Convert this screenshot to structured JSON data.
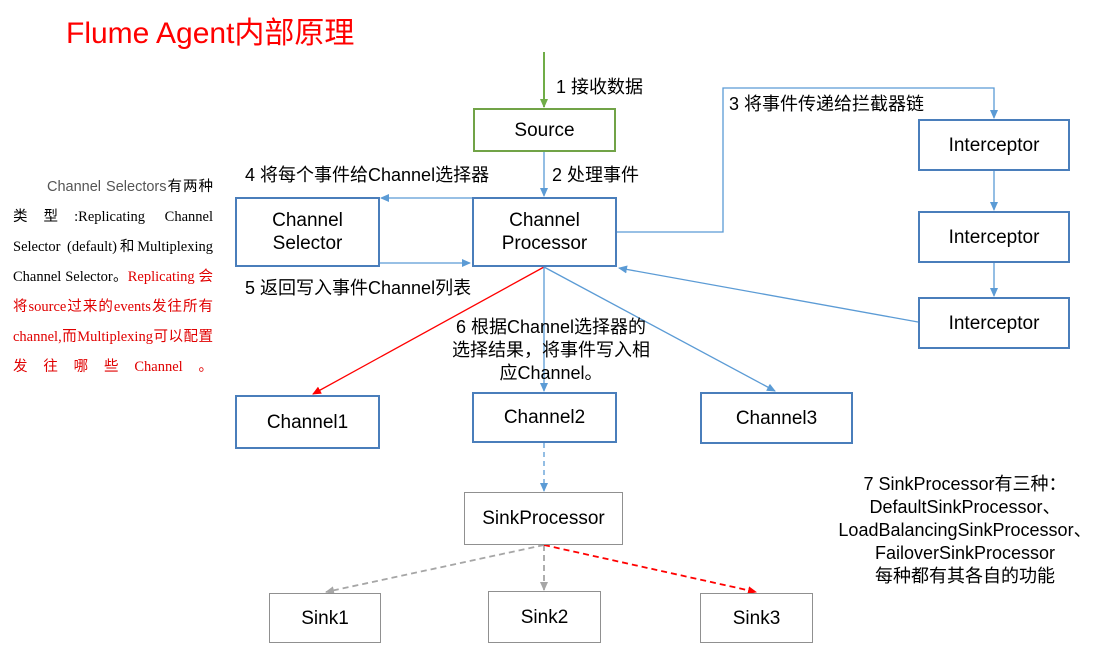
{
  "title": "Flume Agent内部原理",
  "nodes": {
    "source": "Source",
    "channel_selector": "Channel\nSelector",
    "channel_processor": "Channel\nProcessor",
    "interceptor1": "Interceptor",
    "interceptor2": "Interceptor",
    "interceptor3": "Interceptor",
    "channel1": "Channel1",
    "channel2": "Channel2",
    "channel3": "Channel3",
    "sink_processor": "SinkProcessor",
    "sink1": "Sink1",
    "sink2": "Sink2",
    "sink3": "Sink3"
  },
  "steps": {
    "s1": "1 接收数据",
    "s2": "2 处理事件",
    "s3": "3 将事件传递给拦截器链",
    "s4": "4 将每个事件给Channel选择器",
    "s5": "5 返回写入事件Channel列表",
    "s6": "6 根据Channel选择器的选择结果，将事件写入相应Channel。",
    "s7_line1": "7 SinkProcessor有三种：",
    "s7_line2": "DefaultSinkProcessor、",
    "s7_line3": "LoadBalancingSinkProcessor、",
    "s7_line4": "FailoverSinkProcessor",
    "s7_line5": "每种都有其各自的功能"
  },
  "side_note": {
    "part1": "Channel Selectors",
    "part2": "有两种类型:Replicating Channel Selector (default)和Multiplexing Channel Selector。",
    "part3": "Replicating 会将source过来的events发往所有channel,而Multiplexing可以配置发往哪些Channel。"
  },
  "colors": {
    "title": "#ff0000",
    "blue_border": "#4a7ebb",
    "green_border": "#71a347",
    "gray_border": "#909090",
    "blue_arrow": "#5b9bd5",
    "red_arrow": "#ff0000",
    "gray_arrow": "#a6a6a6",
    "green_arrow": "#70ad47"
  }
}
